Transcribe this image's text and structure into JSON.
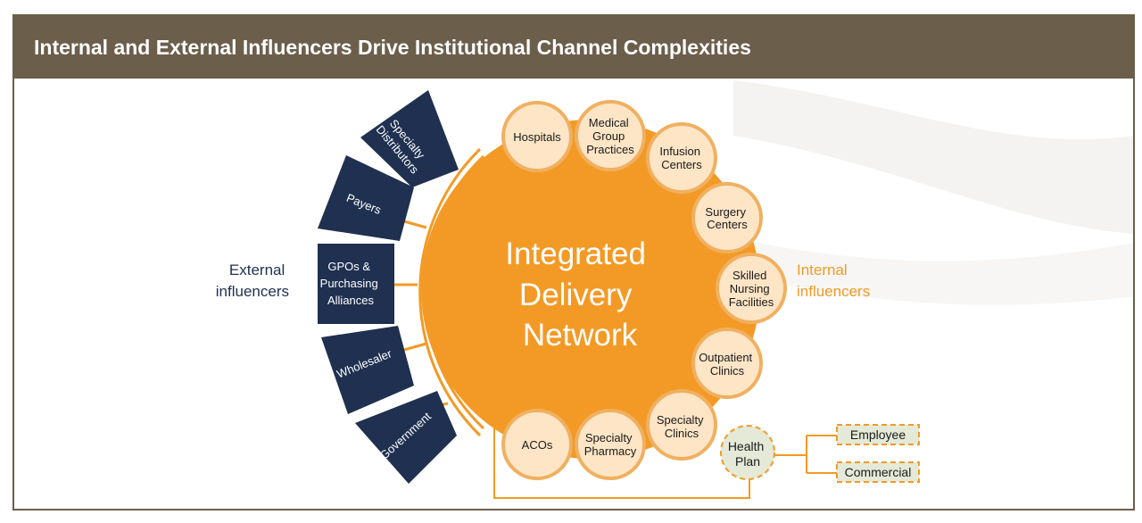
{
  "header": {
    "title": "Internal and External Influencers Drive Institutional Channel Complexities"
  },
  "center": {
    "lines": [
      "Integrated",
      "Delivery",
      "Network"
    ]
  },
  "external": {
    "label_lines": [
      "External",
      "influencers"
    ],
    "items": [
      {
        "lines": [
          "Specialty",
          "Distributors"
        ]
      },
      {
        "lines": [
          "Payers"
        ]
      },
      {
        "lines": [
          "GPOs &",
          "Purchasing",
          "Alliances"
        ]
      },
      {
        "lines": [
          "Wholesaler"
        ]
      },
      {
        "lines": [
          "Government"
        ]
      }
    ]
  },
  "internal": {
    "label_lines": [
      "Internal",
      "influencers"
    ],
    "items": [
      {
        "lines": [
          "Hospitals"
        ]
      },
      {
        "lines": [
          "Medical",
          "Group",
          "Practices"
        ]
      },
      {
        "lines": [
          "Infusion",
          "Centers"
        ]
      },
      {
        "lines": [
          "Surgery",
          "Centers"
        ]
      },
      {
        "lines": [
          "Skilled",
          "Nursing",
          "Facilities"
        ]
      },
      {
        "lines": [
          "Outpatient",
          "Clinics"
        ]
      },
      {
        "lines": [
          "Specialty",
          "Clinics"
        ]
      },
      {
        "lines": [
          "Specialty",
          "Pharmacy"
        ]
      },
      {
        "lines": [
          "ACOs"
        ]
      }
    ]
  },
  "health_plan": {
    "lines": [
      "Health",
      "Plan"
    ],
    "sub_items": [
      "Employee",
      "Commercial"
    ]
  },
  "colors": {
    "header_bg": "#6b5e4b",
    "orange": "#f39a26",
    "navy": "#1f3050",
    "peach": "#fde5c6",
    "circle_border": "#f0b060",
    "hp_fill": "#e4ead7",
    "internal_text": "#f39a26",
    "external_text": "#1f3050"
  }
}
